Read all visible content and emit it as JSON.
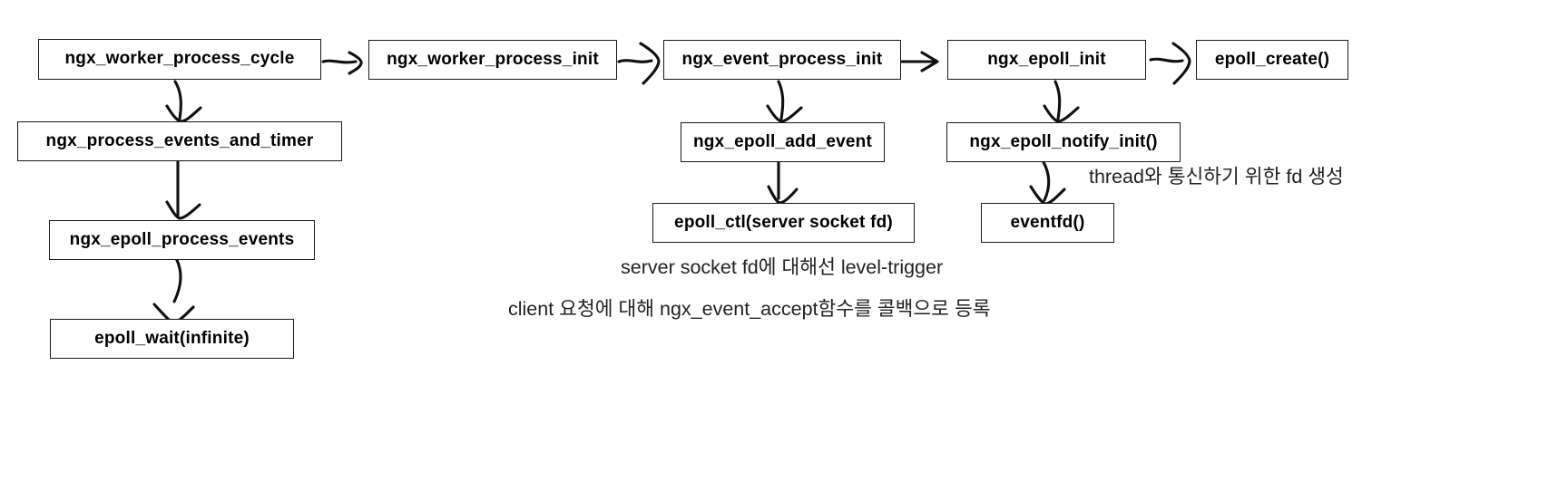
{
  "diagram": {
    "title": "nginx worker process epoll initialization flow",
    "background_color": "#ffffff",
    "line_color": "#101010",
    "box_border_color": "#1b1b1b",
    "text_color": "#000000",
    "note_color": "#222222",
    "nodes": [
      {
        "id": "ngx_worker_process_cycle",
        "label": "ngx_worker_process_cycle"
      },
      {
        "id": "ngx_worker_process_init",
        "label": "ngx_worker_process_init"
      },
      {
        "id": "ngx_event_process_init",
        "label": "ngx_event_process_init"
      },
      {
        "id": "ngx_epoll_init",
        "label": "ngx_epoll_init"
      },
      {
        "id": "epoll_create",
        "label": "epoll_create()"
      },
      {
        "id": "ngx_process_events_and_timer",
        "label": "ngx_process_events_and_timer"
      },
      {
        "id": "ngx_epoll_process_events",
        "label": "ngx_epoll_process_events"
      },
      {
        "id": "epoll_wait_infinite",
        "label": "epoll_wait(infinite)"
      },
      {
        "id": "ngx_epoll_add_event",
        "label": "ngx_epoll_add_event"
      },
      {
        "id": "epoll_ctl_server_socket_fd",
        "label": "epoll_ctl(server socket fd)"
      },
      {
        "id": "ngx_epoll_notify_init",
        "label": "ngx_epoll_notify_init()"
      },
      {
        "id": "eventfd",
        "label": "eventfd()"
      }
    ],
    "notes": [
      {
        "id": "note-thread-fd",
        "text": "thread와 통신하기 위한 fd 생성"
      },
      {
        "id": "note-level-trigger",
        "text": "server socket fd에 대해선 level-trigger"
      },
      {
        "id": "note-accept-callback",
        "text": "client 요청에 대해 ngx_event_accept함수를 콜백으로 등록"
      }
    ],
    "edges": [
      {
        "from": "ngx_worker_process_cycle",
        "to": "ngx_worker_process_init",
        "direction": "right"
      },
      {
        "from": "ngx_worker_process_init",
        "to": "ngx_event_process_init",
        "direction": "right"
      },
      {
        "from": "ngx_event_process_init",
        "to": "ngx_epoll_init",
        "direction": "right"
      },
      {
        "from": "ngx_epoll_init",
        "to": "epoll_create",
        "direction": "right"
      },
      {
        "from": "ngx_worker_process_cycle",
        "to": "ngx_process_events_and_timer",
        "direction": "down"
      },
      {
        "from": "ngx_process_events_and_timer",
        "to": "ngx_epoll_process_events",
        "direction": "down"
      },
      {
        "from": "ngx_epoll_process_events",
        "to": "epoll_wait_infinite",
        "direction": "down"
      },
      {
        "from": "ngx_event_process_init",
        "to": "ngx_epoll_add_event",
        "direction": "down"
      },
      {
        "from": "ngx_epoll_add_event",
        "to": "epoll_ctl_server_socket_fd",
        "direction": "down"
      },
      {
        "from": "ngx_epoll_init",
        "to": "ngx_epoll_notify_init",
        "direction": "down"
      },
      {
        "from": "ngx_epoll_notify_init",
        "to": "eventfd",
        "direction": "down"
      }
    ]
  }
}
